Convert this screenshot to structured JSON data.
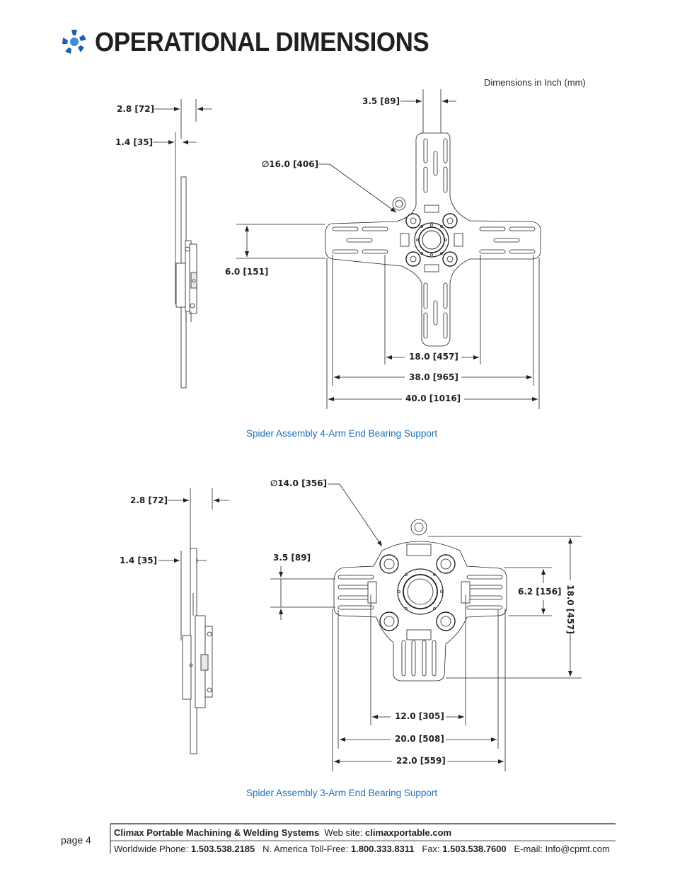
{
  "header": {
    "title": "OPERATIONAL DIMENSIONS",
    "units_note": "Dimensions in Inch (mm)"
  },
  "figure1": {
    "caption": "Spider Assembly 4-Arm End Bearing Support",
    "dims": {
      "side_thickness": "2.8 [72]",
      "side_plate": "1.4 [35]",
      "arm_width": "3.5 [89]",
      "diameter": "∅16.0 [406]",
      "height": "6.0 [151]",
      "slot_inner": "18.0 [457]",
      "slot_outer": "38.0 [965]",
      "overall": "40.0 [1016]"
    }
  },
  "figure2": {
    "caption": "Spider Assembly 3-Arm End Bearing Support",
    "dims": {
      "side_thickness": "2.8 [72]",
      "side_plate": "1.4 [35]",
      "diameter": "∅14.0 [356]",
      "arm_width": "3.5 [89]",
      "slot_height": "6.2 [156]",
      "overall_height": "18.0 [457]",
      "slot_inner": "12.0 [305]",
      "slot_outer": "20.0 [508]",
      "overall_width": "22.0 [559]"
    }
  },
  "footer": {
    "page": "page 4",
    "company": "Climax Portable Machining & Welding Systems",
    "website_label": "Web site:",
    "website": "climaxportable.com",
    "phone_label": "Worldwide Phone:",
    "phone": "1.503.538.2185",
    "tollfree_label": "N. America Toll-Free:",
    "tollfree": "1.800.333.8311",
    "fax_label": "Fax:",
    "fax": "1.503.538.7600",
    "email_label": "E-mail:",
    "email": "Info@cpmt.com"
  },
  "colors": {
    "brand_blue": "#1f5fae",
    "caption_blue": "#1e73be",
    "ink": "#231f20"
  }
}
